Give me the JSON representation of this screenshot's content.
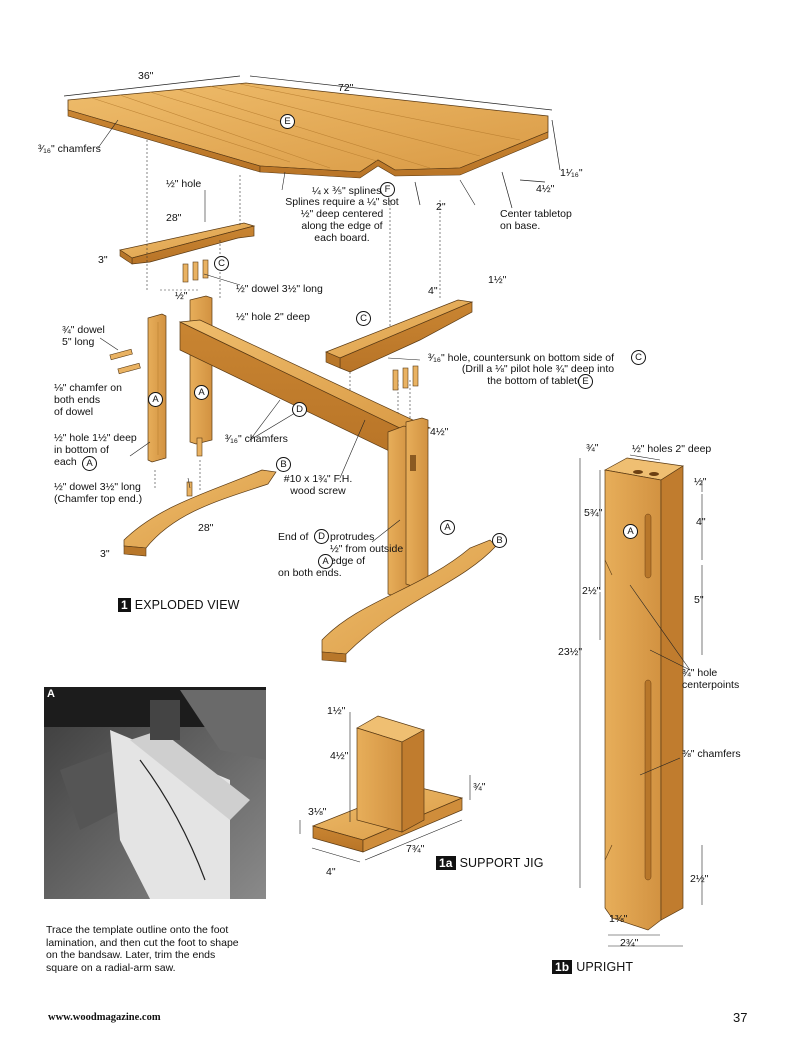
{
  "exploded": {
    "section_number": "1",
    "section_title": "EXPLODED VIEW",
    "dims": {
      "top_width": "36\"",
      "top_length": "72\"",
      "top_thickness": "1¹⁄₁₆\"",
      "top_overhang": "4½\"",
      "spline_offset": "2\"",
      "cleat_length": "28\"",
      "cleat_width": "3\"",
      "dowel_short": "½\"",
      "cleat_offset": "4\"",
      "cleat_edge": "1½\"",
      "upright_mortise": "4½\"",
      "foot_length": "28\"",
      "foot_width": "3\""
    },
    "labels": {
      "chamfers_top": "³⁄₁₆\" chamfers",
      "hole_top": "½\" hole",
      "splines": "¼ x ⅗\" splines",
      "splines_note": "Splines require a ¼\" slot\n½\" deep centered\nalong the edge of\neach board.",
      "center_top": "Center tabletop\non base.",
      "dowel_cleat": "½\" dowel 3½\" long",
      "hole_2_deep": "½\" hole 2\" deep",
      "dowel_5": "¾\" dowel\n5\" long",
      "chamfer_dowel": "⅛\" chamfer on\nboth ends\nof dowel",
      "hole_bottom": "½\" hole 1½\" deep\nin bottom of\neach",
      "dowel_foot": "½\" dowel 3½\" long\n(Chamfer top end.)",
      "chamfers_stretcher": "³⁄₁₆\" chamfers",
      "countersunk": "³⁄₁₆\" hole, countersunk on bottom side of",
      "pilot": "(Drill a ⅛\" pilot hole ¾\" deep into\nthe bottom of tabletop",
      "screw": "#10 x 1¾\" F.H.\nwood screw",
      "protrudes_a": "End of",
      "protrudes_b": "protrudes\n½\" from outside\nedge of",
      "protrudes_c": "on both ends."
    },
    "part_letters": {
      "top": "E",
      "splines": "F",
      "cleat": "C",
      "upright": "A",
      "stretcher": "D",
      "foot": "B"
    }
  },
  "photo": {
    "letter": "A",
    "caption": "Trace the template outline onto the foot\nlamination, and then cut the foot to shape\non the bandsaw. Later, trim the ends\nsquare on a radial-arm saw."
  },
  "jig": {
    "section_number": "1a",
    "section_title": "SUPPORT JIG",
    "dims": {
      "thick": "1½\"",
      "height": "4½\"",
      "base_thick": "¾\"",
      "base_width": "3⅛\"",
      "length": "7¾\"",
      "width": "4\""
    }
  },
  "upright": {
    "section_number": "1b",
    "section_title": "UPRIGHT",
    "dims": {
      "top_thick": "¾\"",
      "a1": "5¾\"",
      "a2": "½\"",
      "a3": "4\"",
      "a4": "2½\"",
      "a5": "5\"",
      "total": "23½\"",
      "a6": "2½\"",
      "bottom1": "1⅜\"",
      "bottom2": "2¾\""
    },
    "labels": {
      "holes": "½\" holes 2\" deep",
      "centerpoints": "¾\" hole\ncenterpoints",
      "chamfers": "⅜\" chamfers"
    },
    "part_letter": "A"
  },
  "footer": {
    "url": "www.woodmagazine.com",
    "page": "37"
  },
  "colors": {
    "wood": "#e0a24e",
    "wood_dark": "#c7822f",
    "wood_light": "#f0c074",
    "line": "#2b2b2b"
  }
}
